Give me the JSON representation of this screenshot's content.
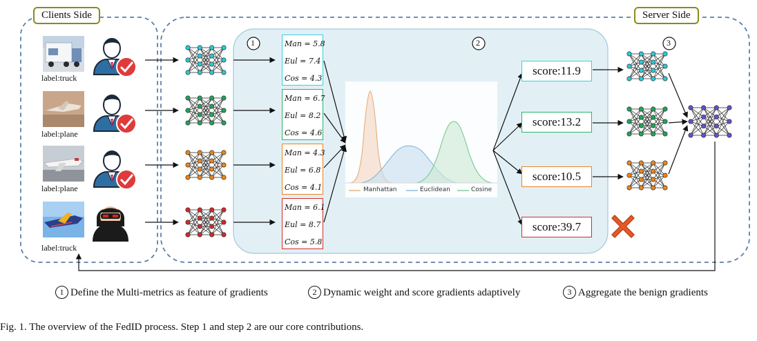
{
  "labels": {
    "clients_side": "Clients Side",
    "server_side": "Server Side",
    "step1": "1",
    "step2": "2",
    "step3": "3"
  },
  "clients": [
    {
      "image_label": "label:truck",
      "status": "benign",
      "color": "#2dc8d2"
    },
    {
      "image_label": "label:plane",
      "status": "benign",
      "color": "#22a35a"
    },
    {
      "image_label": "label:plane",
      "status": "benign",
      "color": "#e8851e"
    },
    {
      "image_label": "label:truck",
      "status": "malicious",
      "color": "#d42a2a"
    }
  ],
  "metrics": [
    {
      "man": "Man = 5.8",
      "eul": "Eul = 7.4",
      "cos": "Cos = 4.3",
      "color": "#35d0de"
    },
    {
      "man": "Man = 6.7",
      "eul": "Eul = 8.2",
      "cos": "Cos = 4.6",
      "color": "#2bb36a"
    },
    {
      "man": "Man = 4.3",
      "eul": "Eul = 6.8",
      "cos": "Cos = 4.1",
      "color": "#e8851e"
    },
    {
      "man": "Man = 6.1",
      "eul": "Eul = 8.7",
      "cos": "Cos = 5.8",
      "color": "#d42a2a"
    }
  ],
  "scores": [
    {
      "label": "score:11.9",
      "color": "#35d0de"
    },
    {
      "label": "score:13.2",
      "color": "#2bb36a"
    },
    {
      "label": "score:10.5",
      "color": "#e8851e"
    },
    {
      "label": "score:39.7",
      "color": "#d42a2a"
    }
  ],
  "distribution_legend": {
    "manhattan": "Manhattan",
    "euclidean": "Euclidean",
    "cosine": "Cosine"
  },
  "legend": {
    "step1_text": "Define the Multi-metrics as feature of gradients",
    "step2_text": "Dynamic weight and score gradients adaptively",
    "step3_text": "Aggregate the benign gradients"
  },
  "caption": "Fig. 1.   The overview of the FedID process. Step 1 and step 2 are our core contributions.",
  "icons": [
    "truck-image",
    "plane-image",
    "user-icon",
    "check-icon",
    "hacker-icon",
    "neural-network-icon",
    "reject-x-icon"
  ],
  "colors": {
    "panel_fill": "#e2f0f6",
    "panel_stroke": "#9ec9d8",
    "dashed_border": "#5b7fa8",
    "tag_border": "#8a8a1a",
    "arrow": "#111111",
    "check_red": "#e03a3a",
    "reject_orange": "#e35a2a"
  }
}
